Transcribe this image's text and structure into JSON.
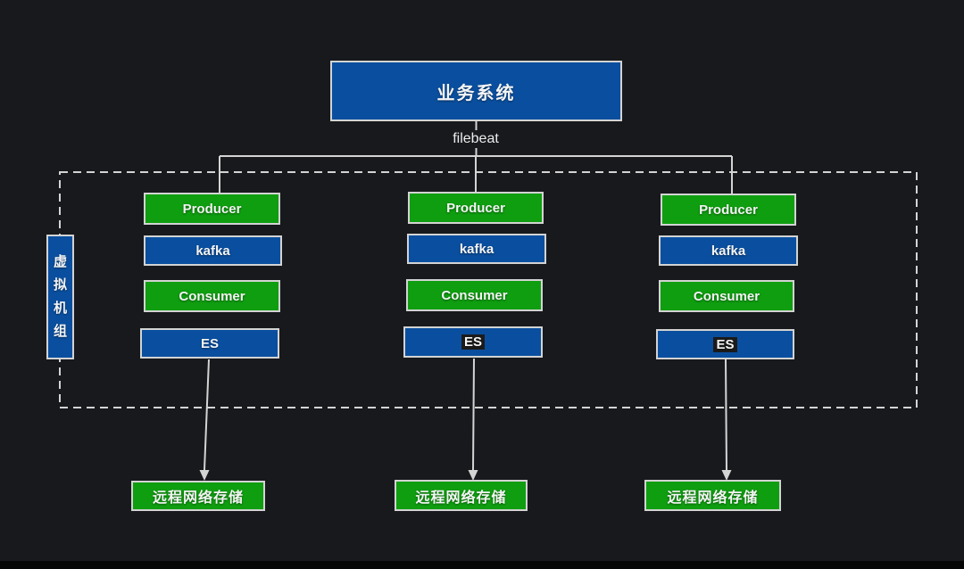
{
  "diagram": {
    "title": "业务系统",
    "connector_label": "filebeat",
    "group_label": "虚拟机组",
    "columns": [
      {
        "nodes": [
          "Producer",
          "kafka",
          "Consumer",
          "ES"
        ],
        "storage": "远程网络存储"
      },
      {
        "nodes": [
          "Producer",
          "kafka",
          "Consumer",
          "ES"
        ],
        "storage": "远程网络存储"
      },
      {
        "nodes": [
          "Producer",
          "kafka",
          "Consumer",
          "ES"
        ],
        "storage": "远程网络存储"
      }
    ],
    "colors": {
      "blue": "#0a4f9f",
      "green": "#0f9e10",
      "line": "#d4d4d4",
      "background": "#17191d"
    }
  }
}
